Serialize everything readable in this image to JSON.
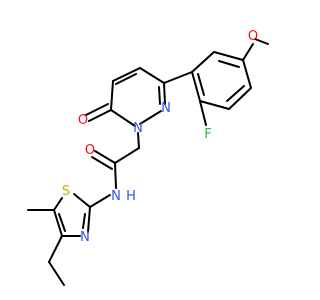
{
  "molecule": {
    "atoms": {
      "O_methoxy": {
        "label": "O",
        "color": "#ff0d0d"
      },
      "F": {
        "label": "F",
        "color": "#32b44a"
      },
      "O_carbonyl_ring": {
        "label": "O",
        "color": "#ff0d0d"
      },
      "N_ring_1": {
        "label": "N",
        "color": "#3050f8"
      },
      "N_ring_2": {
        "label": "N",
        "color": "#3050f8"
      },
      "O_amide": {
        "label": "O",
        "color": "#ff0d0d"
      },
      "N_amide": {
        "label": "N",
        "color": "#3050f8"
      },
      "H_amide": {
        "label": "H",
        "color": "#3050f8"
      },
      "S": {
        "label": "S",
        "color": "#c8b400"
      },
      "N_thiazole": {
        "label": "N",
        "color": "#3050f8"
      }
    }
  }
}
